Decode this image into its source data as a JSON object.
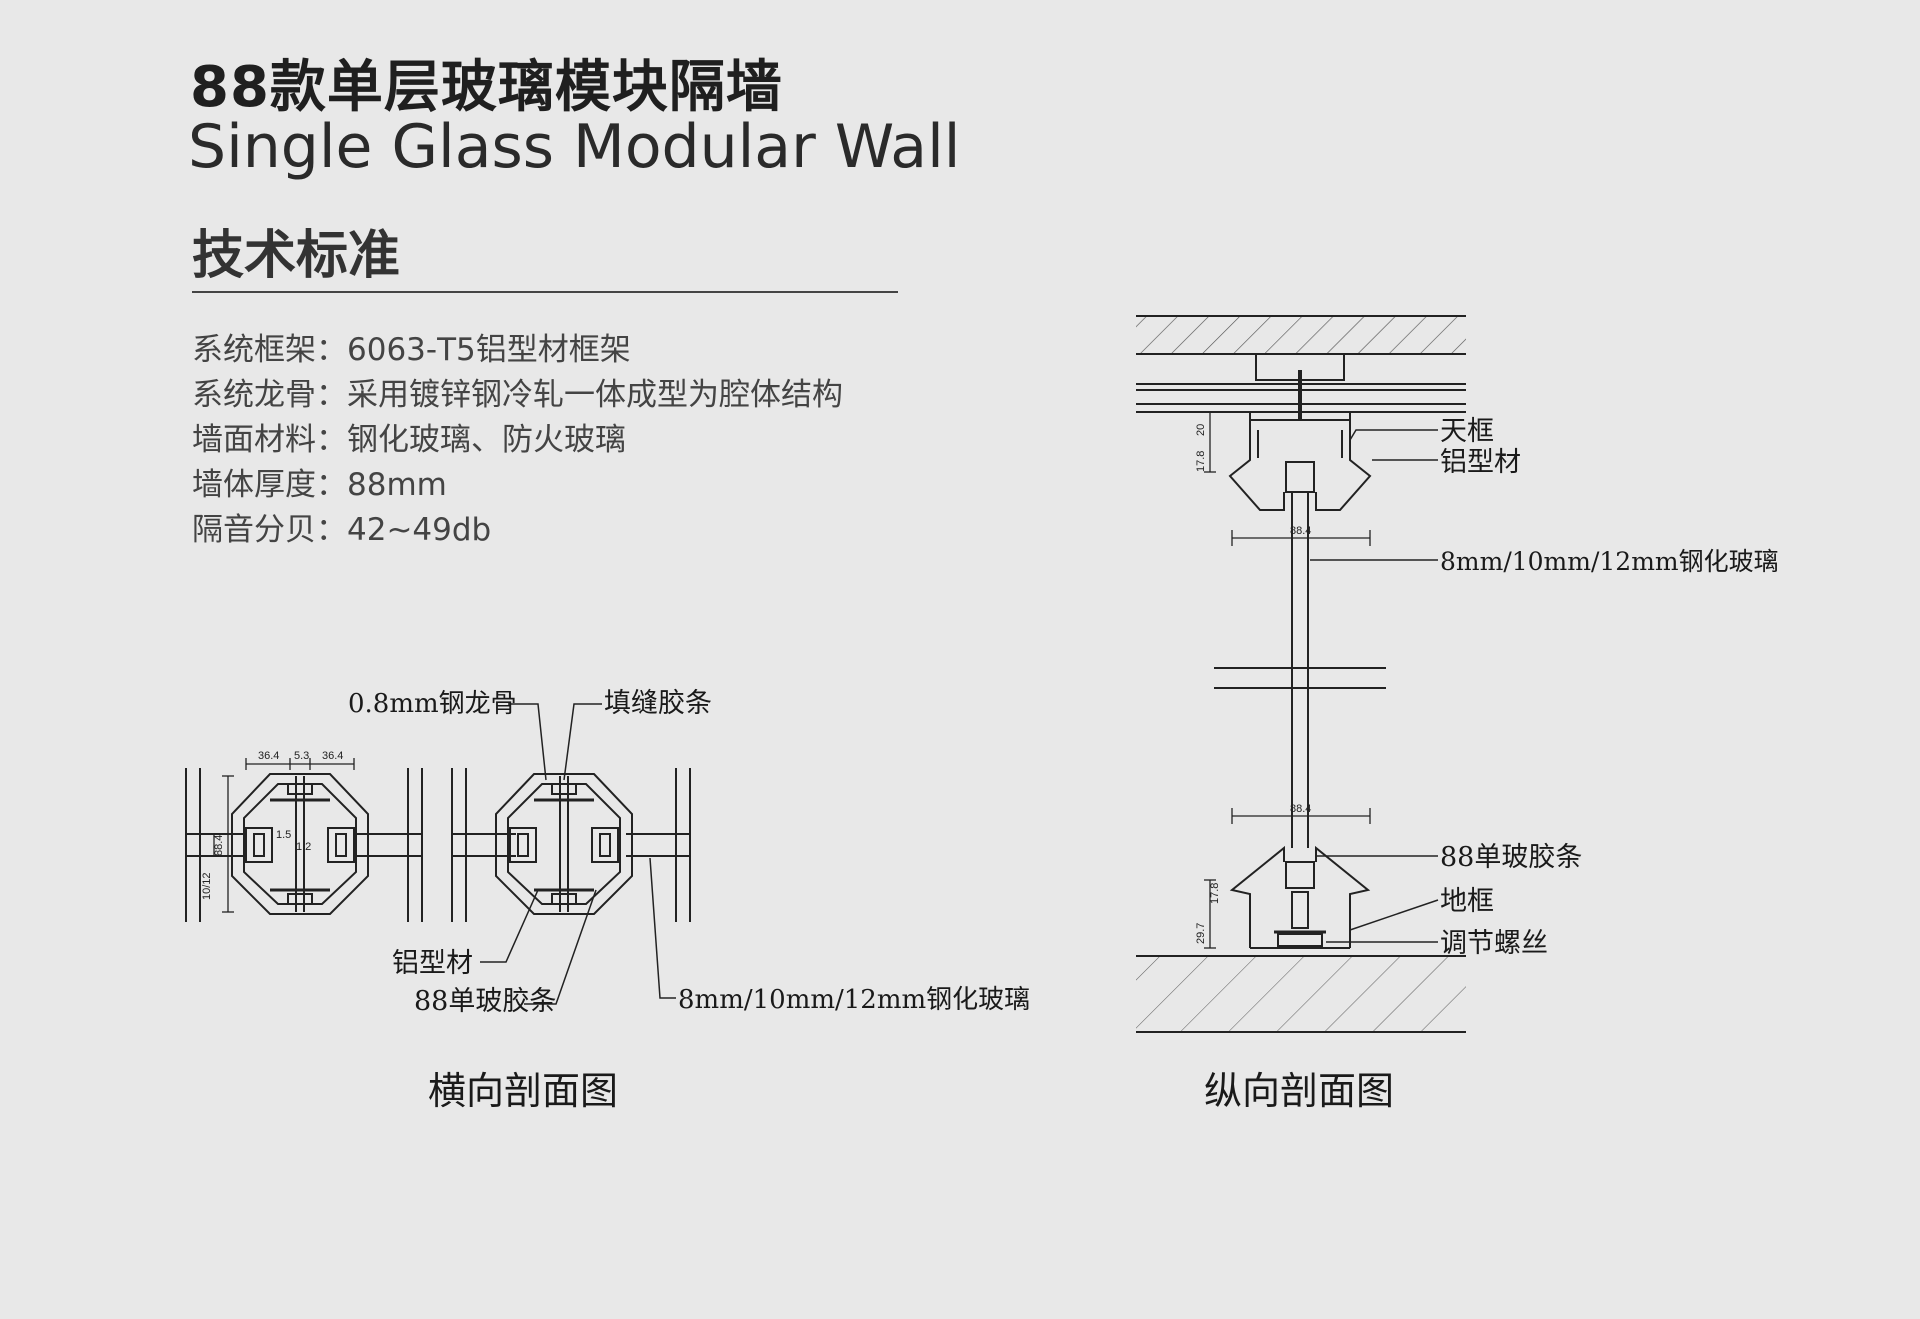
{
  "header": {
    "title_cn": "88款单层玻璃模块隔墙",
    "title_en": "Single Glass Modular Wall",
    "section": "技术标准"
  },
  "specs": [
    "系统框架：6063-T5铝型材框架",
    "系统龙骨：采用镀锌钢冷轧一体成型为腔体结构",
    "墙面材料：钢化玻璃、防火玻璃",
    "墙体厚度：88mm",
    "隔音分贝：42~49db"
  ],
  "horizontal_section": {
    "caption": "横向剖面图",
    "labels": {
      "steel_keel": "0.8mm钢龙骨",
      "joint_strip": "填缝胶条",
      "aluminum": "铝型材",
      "glass_strip": "88单玻胶条",
      "glass": "8mm/10mm/12mm钢化玻璃"
    },
    "dims": {
      "d1": "36.4",
      "d2": "5.3",
      "d3": "36.4",
      "d4": "88.4",
      "d5": "10/12",
      "d6": "1.5",
      "d7": "1.2"
    }
  },
  "vertical_section": {
    "caption": "纵向剖面图",
    "labels": {
      "top_frame": "天框",
      "aluminum": "铝型材",
      "glass": "8mm/10mm/12mm钢化玻璃",
      "glass_strip": "88单玻胶条",
      "floor_frame": "地框",
      "screw": "调节螺丝"
    },
    "dims": {
      "top_w": "88.4",
      "bot_w": "88.4",
      "h1": "17.8",
      "h2": "20",
      "h3": "29.7",
      "h4": "17.8"
    }
  },
  "colors": {
    "background": "#e8e8e8",
    "line": "#222222",
    "text": "#222222"
  }
}
